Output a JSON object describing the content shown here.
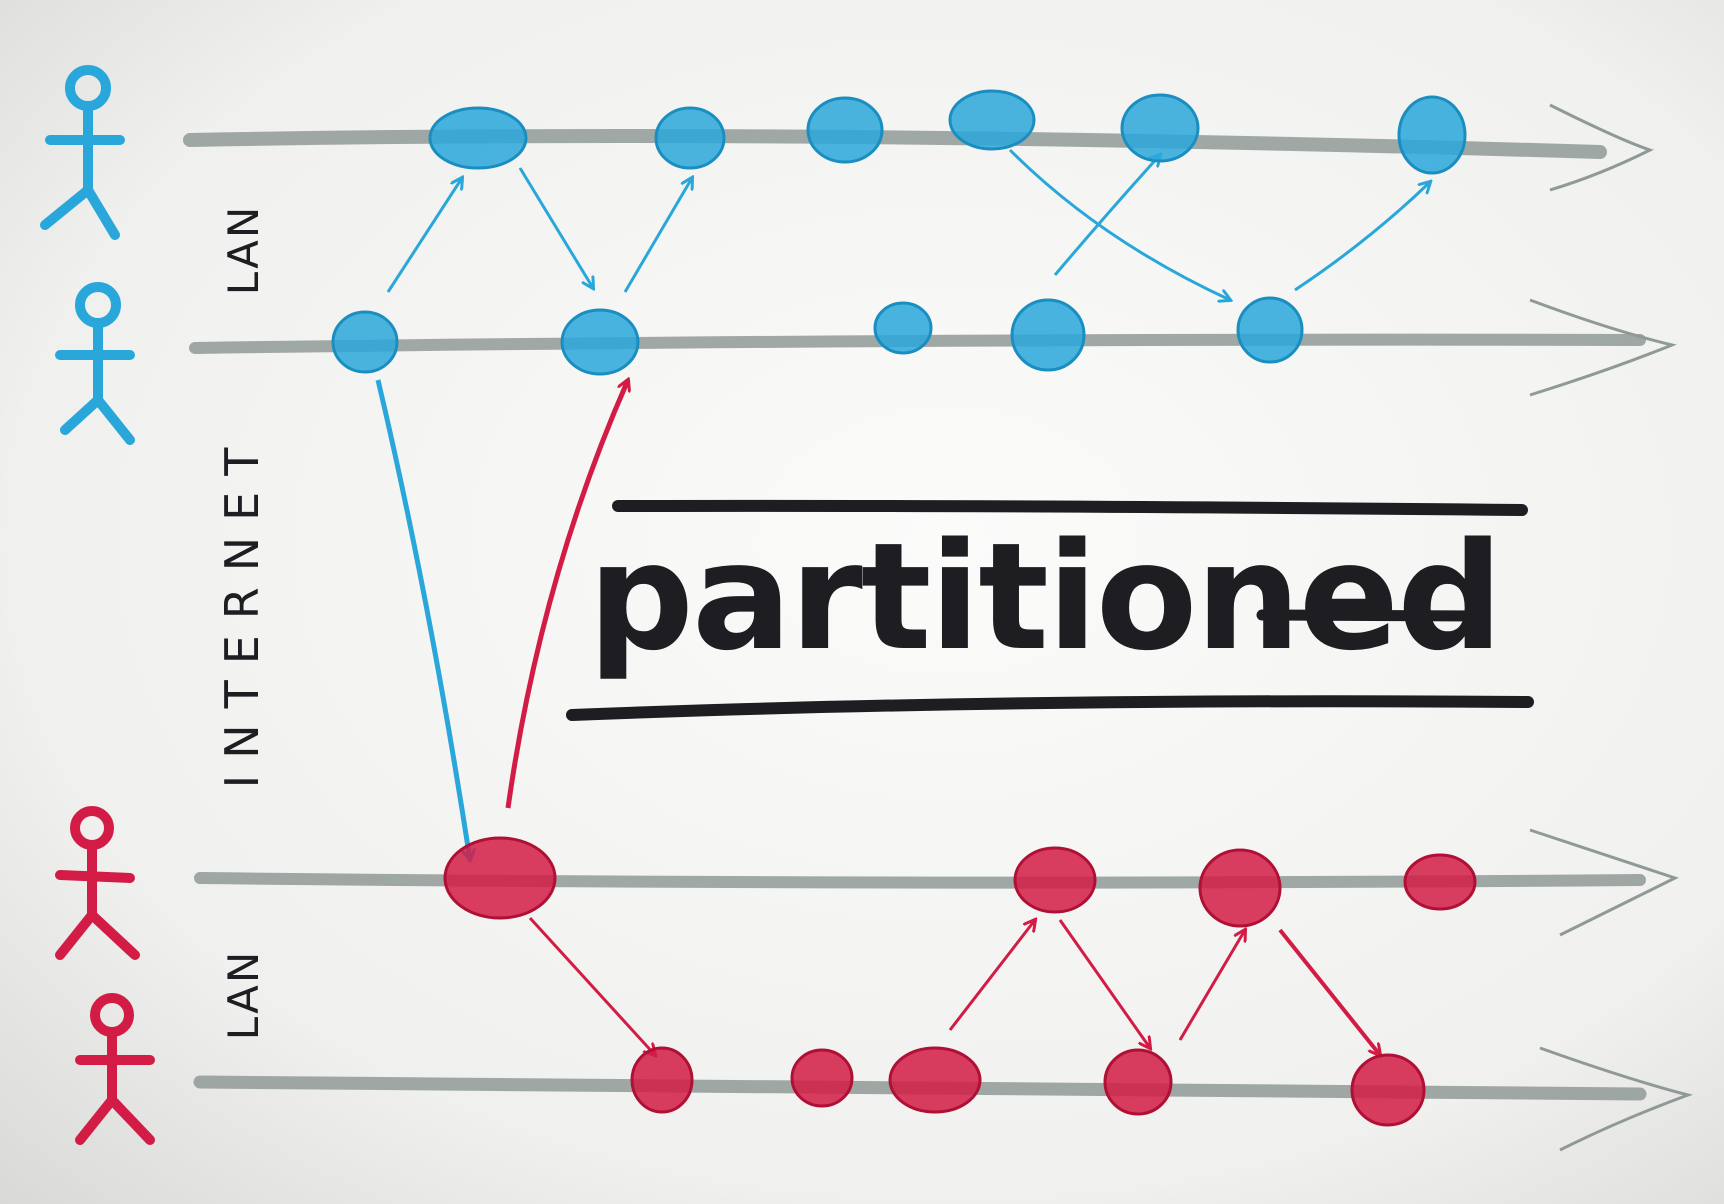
{
  "labels": {
    "lan_top": "LAN",
    "internet": "INTERNET",
    "lan_bottom": "LAN",
    "partitioned": "partitioned"
  },
  "colors": {
    "blue": "#2aa7da",
    "red": "#d21c45",
    "timeline": "#8f9a97",
    "ink": "#1d1d22"
  },
  "icons": [
    "person-icon",
    "person-icon",
    "person-icon",
    "person-icon"
  ]
}
